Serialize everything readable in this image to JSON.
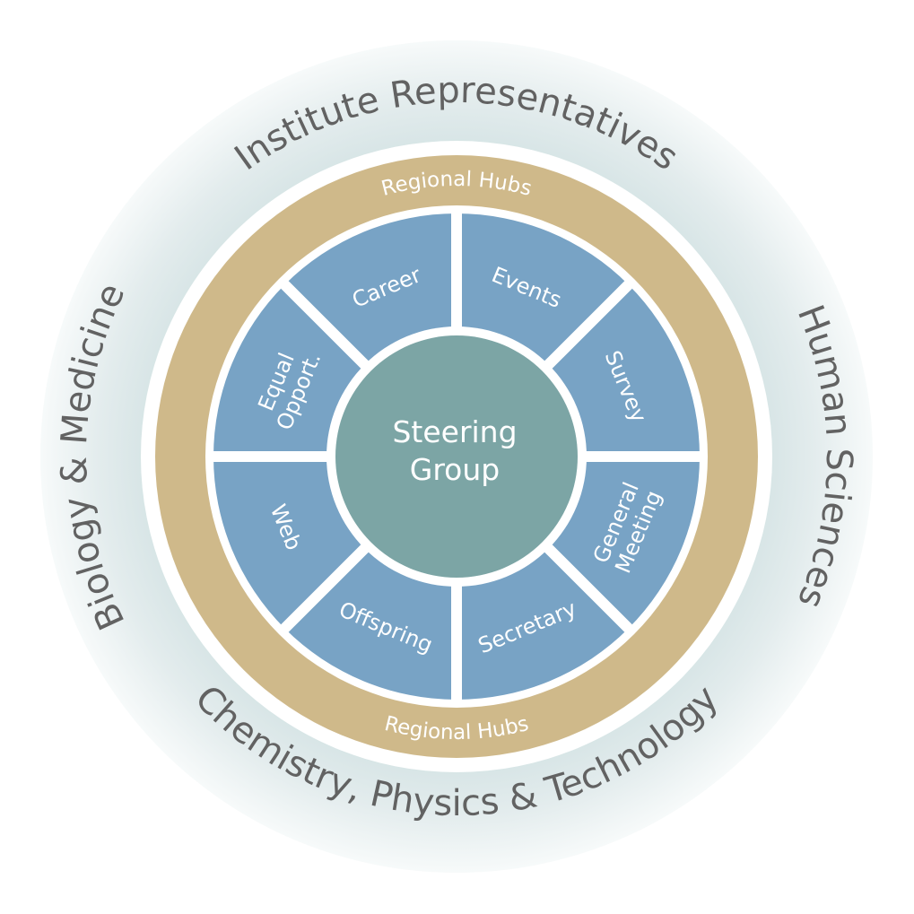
{
  "outer_ring": {
    "top": "Institute Representatives",
    "left": "Biology & Medicine",
    "right": "Human Sciences",
    "bottom": "Chemistry, Physics & Technology"
  },
  "hub_ring": {
    "top": "Regional Hubs",
    "bottom": "Regional Hubs"
  },
  "segments": [
    {
      "id": "events",
      "lines": [
        "Events"
      ]
    },
    {
      "id": "survey",
      "lines": [
        "Survey"
      ]
    },
    {
      "id": "general-meeting",
      "lines": [
        "General",
        "Meeting"
      ]
    },
    {
      "id": "secretary",
      "lines": [
        "Secretary"
      ]
    },
    {
      "id": "offspring",
      "lines": [
        "Offspring"
      ]
    },
    {
      "id": "web",
      "lines": [
        "Web"
      ]
    },
    {
      "id": "equal-opport",
      "lines": [
        "Equal",
        "Opport."
      ]
    },
    {
      "id": "career",
      "lines": [
        "Career"
      ]
    }
  ],
  "center": {
    "line1": "Steering",
    "line2": "Group"
  },
  "colors": {
    "outer_ring": "#dde8e9",
    "hub_ring": "#cfb98a",
    "segment": "#78a3c5",
    "center": "#7ca5a5",
    "separator": "#ffffff",
    "outer_text": "#626262"
  }
}
